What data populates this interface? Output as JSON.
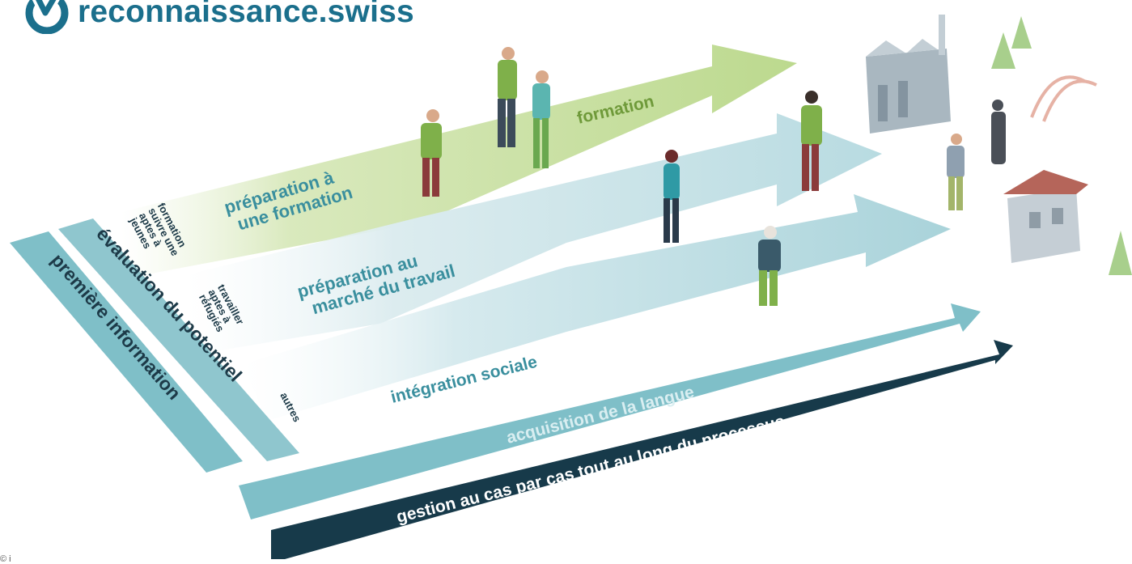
{
  "logo": {
    "text": "reconnaissance.swiss",
    "icon": "v-checkmark-badge-icon",
    "color": "#1b6f8c"
  },
  "bands": {
    "premiere_information": "première information",
    "evaluation_du_potentiel": "évaluation du potentiel"
  },
  "groups": {
    "jeunes": [
      "jeunes",
      "aptes à",
      "suivre une",
      "formation"
    ],
    "refugies": [
      "réfugiés",
      "aptes à",
      "travailler"
    ],
    "autres": "autres"
  },
  "paths": {
    "formation": "formation",
    "preparation_formation": [
      "préparation à",
      "une formation"
    ],
    "preparation_travail": [
      "préparation au",
      "marché du travail"
    ],
    "integration_sociale": "intégration sociale",
    "acquisition_langue": "acquisition de la langue",
    "gestion_cas": "gestion au cas par cas tout au long du processus"
  },
  "footnote": "© i",
  "colors": {
    "green_band": "#cfe2ad",
    "light_teal": "#cfe7ec",
    "teal": "#7fbfc8",
    "dark": "#173a4a",
    "label_teal": "#3a8f9e",
    "label_green": "#6f9a3a"
  }
}
